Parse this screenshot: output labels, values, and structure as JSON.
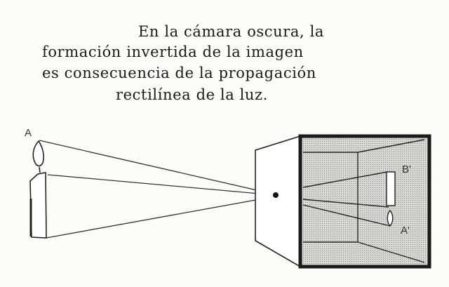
{
  "caption": {
    "lines": [
      "En la cámara oscura, la",
      "formación invertida de la imagen",
      "es consecuencia de la propagación",
      "rectilínea de la luz."
    ]
  },
  "diagram": {
    "labels": {
      "object_top": "A",
      "image_top": "B'",
      "image_bottom": "A'"
    }
  }
}
